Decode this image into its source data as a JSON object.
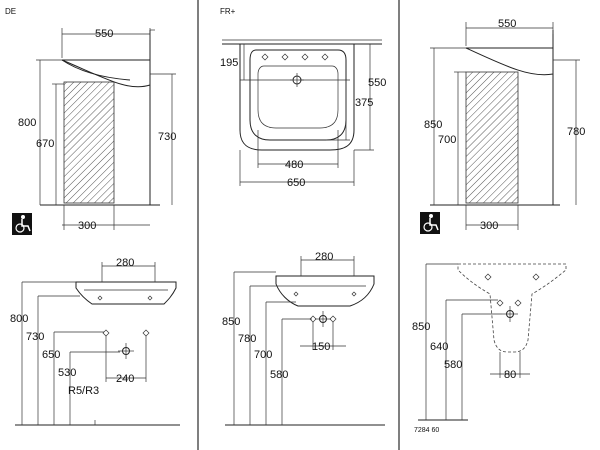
{
  "labels": {
    "region_de": "DE",
    "region_fr": "FR+",
    "part_number": "7284 60"
  },
  "dims": {
    "p1": {
      "width": "550",
      "h1": "800",
      "h2": "670",
      "h3": "730",
      "depth": "300"
    },
    "p2": {
      "width": "550",
      "top": "195",
      "mid": "375",
      "inner": "480",
      "outer": "650"
    },
    "p3": {
      "width": "550",
      "h1": "850",
      "h2": "700",
      "h3": "780",
      "depth": "300"
    },
    "p4": {
      "top": "280",
      "h1": "800",
      "h2": "730",
      "h3": "650",
      "h4": "530",
      "tap": "R5/R3",
      "span": "240"
    },
    "p5": {
      "top": "280",
      "h1": "850",
      "h2": "780",
      "h3": "700",
      "h4": "580",
      "span": "150"
    },
    "p6": {
      "h1": "850",
      "h2": "640",
      "h3": "580",
      "span": "80"
    }
  },
  "icons": {
    "wheelchair": "wheelchair-icon"
  }
}
